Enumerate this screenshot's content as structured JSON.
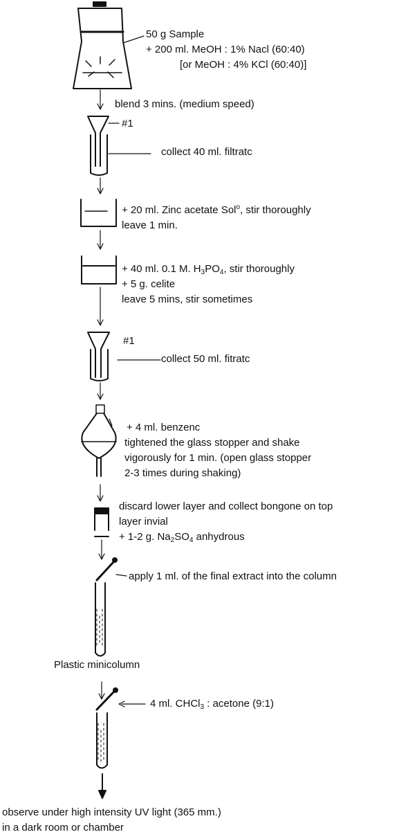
{
  "steps": {
    "sample": {
      "line1": "50 g Sample",
      "line2": "+ 200 ml. MeOH : 1% Nacl (60:40)",
      "line3": "[or  MeOH : 4% KCl (60:40)]"
    },
    "blend": "blend 3 mins. (medium speed)",
    "filter1": {
      "label": "#1",
      "collect": "collect 40 ml. filtratc"
    },
    "zinc": {
      "line1_prefix": "+ 20 ml. Zinc acetate Sol",
      "line1_sup": "o",
      "line1_suffix": ", stir thoroughly",
      "line2": "leave 1 min."
    },
    "acid": {
      "line1_prefix": "+ 40 ml. 0.1 M. H",
      "line1_sub1": "3",
      "line1_mid": "PO",
      "line1_sub2": "4",
      "line1_suffix": ", stir thoroughly",
      "line2": "+ 5 g. celite",
      "line3": "leave 5 mins, stir sometimes"
    },
    "filter2": {
      "label": "#1",
      "collect": "collect 50 ml. fitratc"
    },
    "benzene": {
      "line1": "+ 4 ml. benzenc",
      "line2": "tightened the glass stopper and shake",
      "line3": "vigorously for 1 min. (open glass stopper",
      "line4": "2-3 times during shaking)"
    },
    "discard": {
      "line1": "discard lower layer and collect bongone on top",
      "line2": "layer invial",
      "line3_prefix": "+ 1-2 g. Na",
      "line3_sub1": "2",
      "line3_mid": "SO",
      "line3_sub2": "4",
      "line3_suffix": " anhydrous"
    },
    "apply": "apply 1 ml. of the final extract into the column",
    "minicolumn": "Plastic minicolumn",
    "elute": {
      "prefix": "4 ml. CHCl",
      "sub": "3",
      "suffix": " : acetone (9:1)"
    },
    "observe": {
      "line1": "observe under high intensity UV light (365 mm.)",
      "line2": "in a dark room or chamber"
    }
  }
}
